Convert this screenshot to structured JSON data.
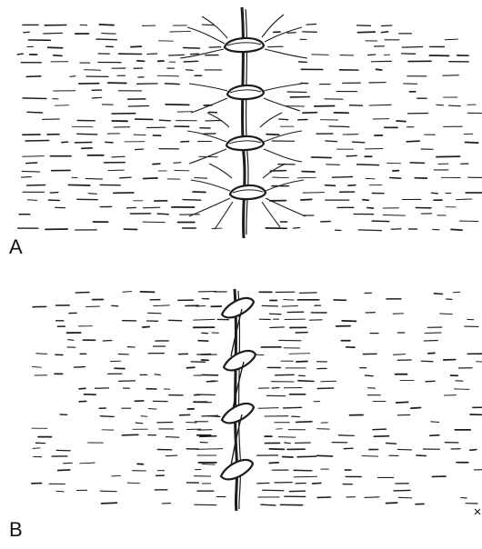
{
  "panels": [
    {
      "id": "A",
      "label": "A"
    },
    {
      "id": "B",
      "label": "B"
    }
  ],
  "colors": {
    "ink": "#1c1c1c",
    "paper": "#ffffff"
  }
}
